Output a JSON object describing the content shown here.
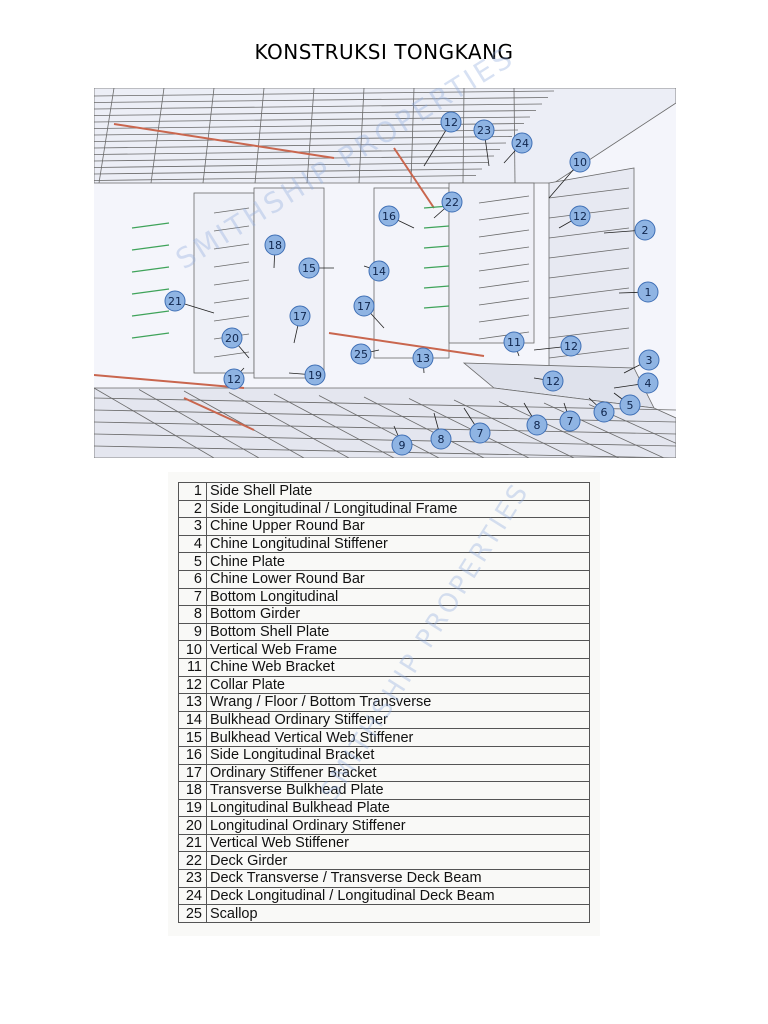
{
  "title": "KONSTRUKSI TONGKANG",
  "watermark": "SMITHSHIP PROPERTIES",
  "callouts": [
    "12",
    "23",
    "24",
    "10",
    "22",
    "16",
    "12",
    "2",
    "18",
    "15",
    "14",
    "1",
    "21",
    "17",
    "17",
    "20",
    "25",
    "13",
    "11",
    "12",
    "3",
    "12",
    "19",
    "4",
    "12",
    "5",
    "6",
    "8",
    "7",
    "9",
    "8",
    "7"
  ],
  "parts": [
    {
      "num": "1",
      "name": "Side Shell Plate"
    },
    {
      "num": "2",
      "name": "Side Longitudinal / Longitudinal Frame"
    },
    {
      "num": "3",
      "name": "Chine Upper Round Bar"
    },
    {
      "num": "4",
      "name": "Chine Longitudinal Stiffener"
    },
    {
      "num": "5",
      "name": "Chine Plate"
    },
    {
      "num": "6",
      "name": "Chine Lower Round Bar"
    },
    {
      "num": "7",
      "name": "Bottom Longitudinal"
    },
    {
      "num": "8",
      "name": "Bottom Girder"
    },
    {
      "num": "9",
      "name": "Bottom Shell Plate"
    },
    {
      "num": "10",
      "name": "Vertical Web Frame"
    },
    {
      "num": "11",
      "name": "Chine Web Bracket"
    },
    {
      "num": "12",
      "name": "Collar Plate"
    },
    {
      "num": "13",
      "name": "Wrang / Floor / Bottom Transverse"
    },
    {
      "num": "14",
      "name": "Bulkhead Ordinary Stiffener"
    },
    {
      "num": "15",
      "name": "Bulkhead Vertical Web Stiffener"
    },
    {
      "num": "16",
      "name": "Side Longitudinal Bracket"
    },
    {
      "num": "17",
      "name": "Ordinary Stiffener Bracket"
    },
    {
      "num": "18",
      "name": "Transverse Bulkhead Plate"
    },
    {
      "num": "19",
      "name": "Longitudinal Bulkhead Plate"
    },
    {
      "num": "20",
      "name": "Longitudinal Ordinary Stiffener"
    },
    {
      "num": "21",
      "name": "Vertical Web Stiffener"
    },
    {
      "num": "22",
      "name": "Deck Girder"
    },
    {
      "num": "23",
      "name": "Deck Transverse / Transverse Deck Beam"
    },
    {
      "num": "24",
      "name": "Deck Longitudinal / Longitudinal Deck Beam"
    },
    {
      "num": "25",
      "name": "Scallop"
    }
  ]
}
